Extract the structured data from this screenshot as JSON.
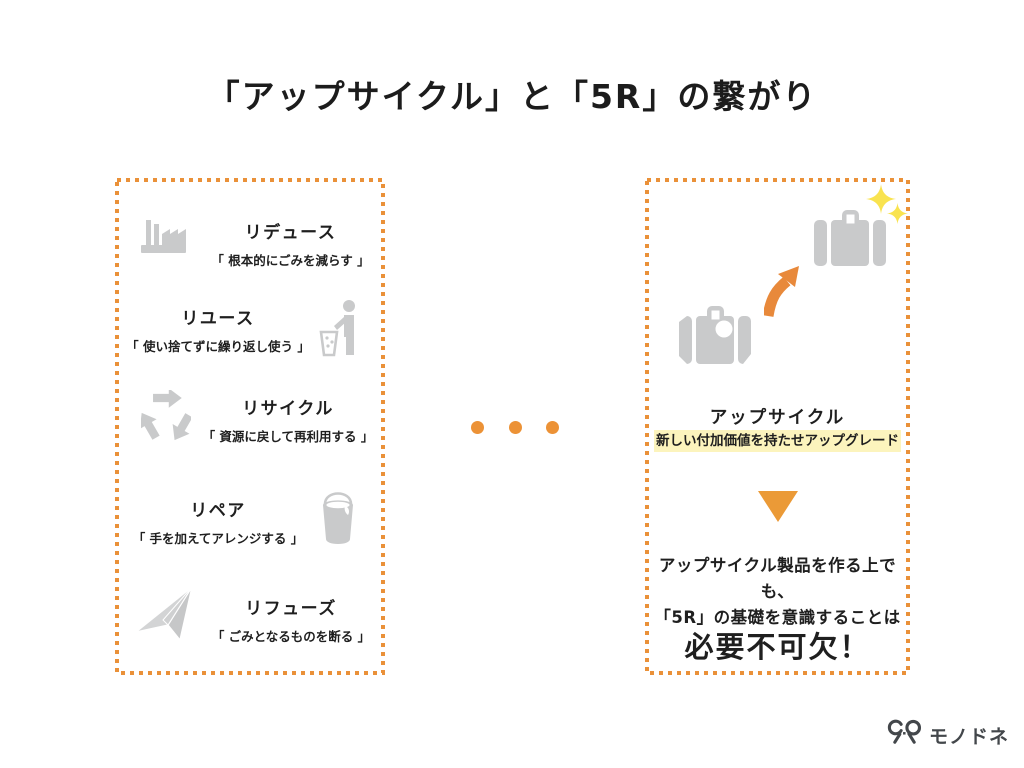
{
  "title": "「アップサイクル」と「5R」の繋がり",
  "colors": {
    "accent_orange": "#ea9139",
    "dot_orange": "#ec9236",
    "icon_gray": "#c9cacb",
    "sparkle_yellow": "#f9e34f",
    "highlight_bg": "#fcf4bd",
    "text": "#1f1f1f",
    "brand": "#43474b"
  },
  "five_r_panel": {
    "items": [
      {
        "label": "リデュース",
        "description": "「 根本的にごみを減らす 」",
        "icon": "factory-icon"
      },
      {
        "label": "リユース",
        "description": "「 使い捨てずに繰り返し使う 」",
        "icon": "person-trash-icon"
      },
      {
        "label": "リサイクル",
        "description": "「 資源に戻して再利用する 」",
        "icon": "recycle-icon"
      },
      {
        "label": "リペア",
        "description": "「 手を加えてアレンジする 」",
        "icon": "paint-bucket-icon"
      },
      {
        "label": "リフューズ",
        "description": "「 ごみとなるものを断る 」",
        "icon": "paper-plane-icon"
      }
    ]
  },
  "connector": {
    "dot_count": 3
  },
  "upcycle_panel": {
    "heading": "アップサイクル",
    "highlight_text": "新しい付加価値を持たせアップグレード",
    "conclusion": {
      "line1": "アップサイクル製品を作る上でも、",
      "line2": "「5R」の基礎を意識することは",
      "emphasis": "必要不可欠！"
    }
  },
  "footer": {
    "brand": "モノドネ"
  }
}
